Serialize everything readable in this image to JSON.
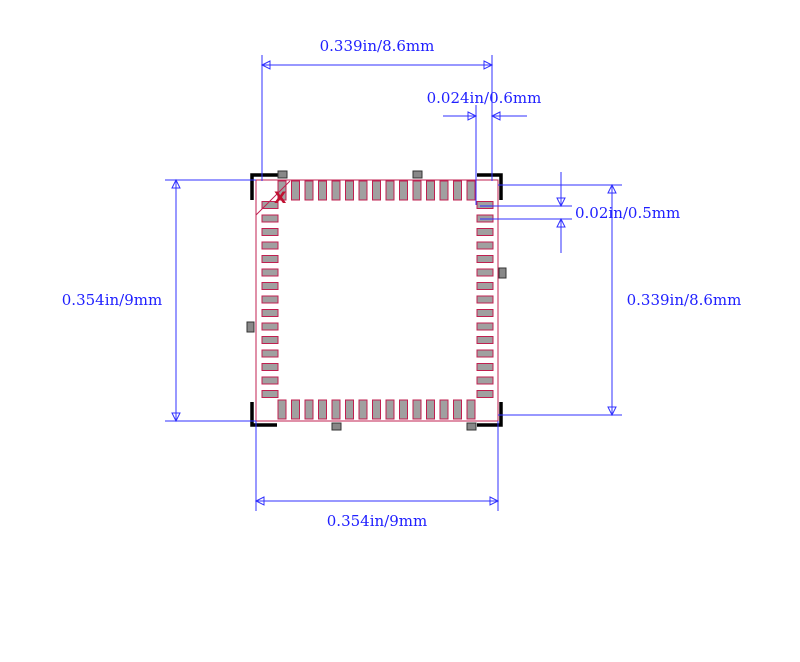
{
  "dimensions": {
    "top_width": "0.339in/8.6mm",
    "pad_width": "0.024in/0.6mm",
    "pitch": "0.02in/0.5mm",
    "right_height": "0.339in/8.6mm",
    "left_height": "0.354in/9mm",
    "bottom_width": "0.354in/9mm"
  },
  "package": {
    "pins_per_side": 15,
    "pin1_marker": "X"
  },
  "colors": {
    "dimension": "#3030ff",
    "pad_outline": "#c02050",
    "pad_fill": "#a0a0a0",
    "silkscreen": "#000000"
  }
}
